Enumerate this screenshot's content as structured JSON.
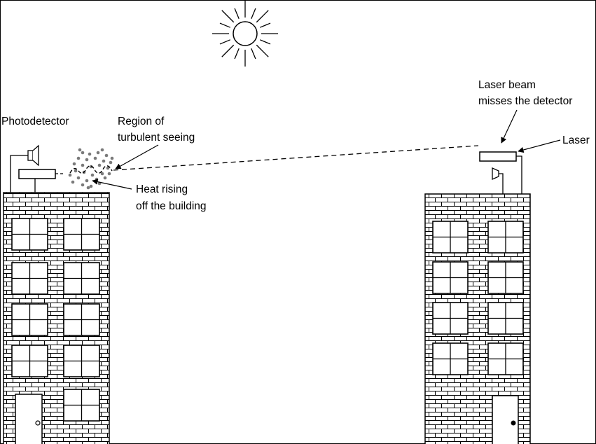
{
  "labels": {
    "photodetector": "Photodetector",
    "turbulence": [
      "Region of",
      "turbulent seeing"
    ],
    "heat": [
      "Heat rising",
      "off the building"
    ],
    "beam_miss": [
      "Laser beam",
      "misses the detector"
    ],
    "laser": "Laser"
  },
  "icons": [
    "sun-icon",
    "photodetector-icon",
    "laser-icon",
    "door-icon"
  ],
  "colors": {
    "ink": "#000000",
    "background": "#ffffff",
    "turbulence_dots": "#7a7a7a"
  }
}
